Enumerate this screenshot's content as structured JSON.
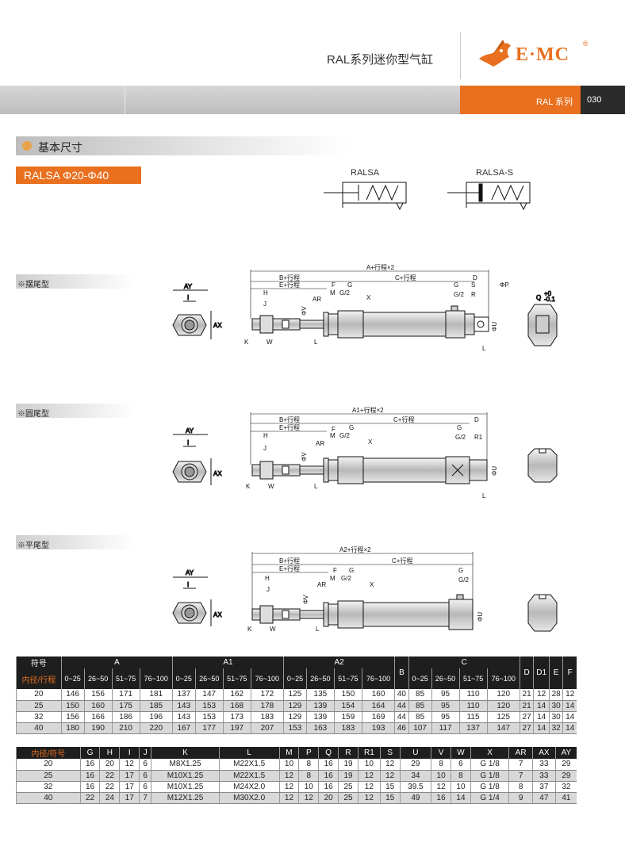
{
  "header": {
    "title": "RAL系列迷你型气缸",
    "brand": "E·MC",
    "registered": "®",
    "series_tag": "RAL 系列",
    "page_number": "030"
  },
  "section": {
    "title": "基本尺寸"
  },
  "model": {
    "label": "RALSA Φ20-Φ40"
  },
  "symbols": {
    "left": "RALSA",
    "right": "RALSA-S"
  },
  "types": [
    {
      "label": "※摆尾型"
    },
    {
      "label": "※圆尾型"
    },
    {
      "label": "※平尾型"
    }
  ],
  "dims": {
    "a_total": "A+行程×2",
    "a1_total": "A1+行程×2",
    "a2_total": "A2+行程×2",
    "b_stroke": "B+行程",
    "c_stroke": "C+行程",
    "e_stroke": "E+行程",
    "H": "H",
    "J": "J",
    "K": "K",
    "W": "W",
    "V": "ΦV",
    "L": "L",
    "AR": "AR",
    "F": "F",
    "M": "M",
    "G": "G",
    "G2": "G/2",
    "X": "X",
    "S": "S",
    "R": "R",
    "D": "D",
    "P": "ΦP",
    "U": "ΦU",
    "R1": "R1",
    "Q": "Q",
    "Qtol": "+0 -0.1",
    "AY": "AY",
    "AX": "AX",
    "I": "I"
  },
  "table1": {
    "header_row1": [
      "符号",
      "A",
      "A1",
      "A2",
      "B",
      "C",
      "D",
      "D1",
      "E",
      "F"
    ],
    "header_row2_label": "内径/行程",
    "stroke_ranges": [
      "0~25",
      "26~50",
      "51~75",
      "76~100"
    ],
    "rows": [
      [
        "20",
        "146",
        "156",
        "171",
        "181",
        "137",
        "147",
        "162",
        "172",
        "125",
        "135",
        "150",
        "160",
        "40",
        "85",
        "95",
        "110",
        "120",
        "21",
        "12",
        "28",
        "12"
      ],
      [
        "25",
        "150",
        "160",
        "175",
        "185",
        "143",
        "153",
        "168",
        "178",
        "129",
        "139",
        "154",
        "164",
        "44",
        "85",
        "95",
        "110",
        "120",
        "21",
        "14",
        "30",
        "14"
      ],
      [
        "32",
        "156",
        "166",
        "186",
        "196",
        "143",
        "153",
        "173",
        "183",
        "129",
        "139",
        "159",
        "169",
        "44",
        "85",
        "95",
        "115",
        "125",
        "27",
        "14",
        "30",
        "14"
      ],
      [
        "40",
        "180",
        "190",
        "210",
        "220",
        "167",
        "177",
        "197",
        "207",
        "153",
        "163",
        "183",
        "193",
        "46",
        "107",
        "117",
        "137",
        "147",
        "27",
        "14",
        "32",
        "14"
      ]
    ]
  },
  "table2": {
    "headers": [
      "内径/符号",
      "G",
      "H",
      "I",
      "J",
      "K",
      "L",
      "M",
      "P",
      "Q",
      "R",
      "R1",
      "S",
      "U",
      "V",
      "W",
      "X",
      "AR",
      "AX",
      "AY"
    ],
    "rows": [
      [
        "20",
        "16",
        "20",
        "12",
        "6",
        "M8X1.25",
        "M22X1.5",
        "10",
        "8",
        "16",
        "19",
        "10",
        "12",
        "29",
        "8",
        "6",
        "G 1/8",
        "7",
        "33",
        "29"
      ],
      [
        "25",
        "16",
        "22",
        "17",
        "6",
        "M10X1.25",
        "M22X1.5",
        "12",
        "8",
        "16",
        "19",
        "12",
        "12",
        "34",
        "10",
        "8",
        "G 1/8",
        "7",
        "33",
        "29"
      ],
      [
        "32",
        "16",
        "22",
        "17",
        "6",
        "M10X1.25",
        "M24X2.0",
        "12",
        "10",
        "16",
        "25",
        "12",
        "15",
        "39.5",
        "12",
        "10",
        "G 1/8",
        "8",
        "37",
        "32"
      ],
      [
        "40",
        "22",
        "24",
        "17",
        "7",
        "M12X1.25",
        "M30X2.0",
        "12",
        "12",
        "20",
        "25",
        "12",
        "15",
        "49",
        "16",
        "14",
        "G 1/4",
        "9",
        "47",
        "41"
      ]
    ]
  },
  "colors": {
    "accent": "#e8701e",
    "dark": "#1e1e1e",
    "band": "#c8c8c8"
  }
}
